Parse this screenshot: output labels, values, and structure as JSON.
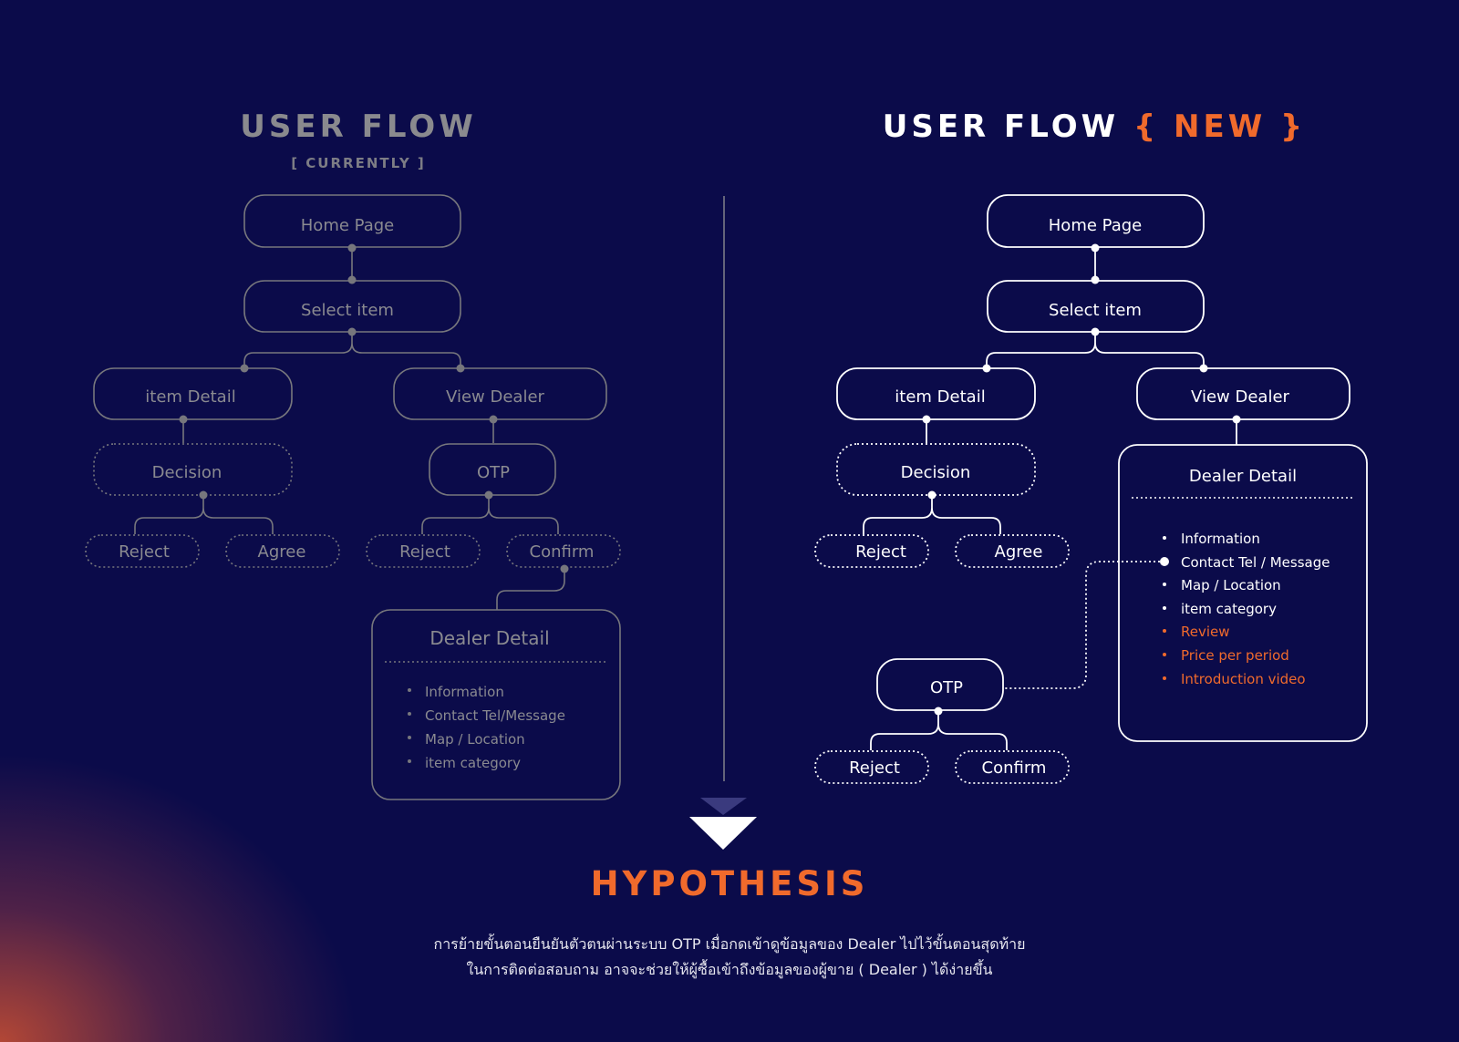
{
  "left_flow": {
    "title": "USER FLOW",
    "subtitle": "[ CURRENTLY ]",
    "nodes": {
      "home": "Home Page",
      "select": "Select item",
      "item_detail": "item Detail",
      "view_dealer": "View Dealer",
      "decision": "Decision",
      "otp": "OTP",
      "reject_a": "Reject",
      "agree": "Agree",
      "reject_b": "Reject",
      "confirm": "Confirm",
      "dealer_detail": "Dealer Detail"
    },
    "dealer_items": [
      "Information",
      "Contact Tel/Message",
      "Map / Location",
      "item category"
    ]
  },
  "right_flow": {
    "title_main": "USER FLOW ",
    "title_accent": "{ NEW }",
    "nodes": {
      "home": "Home Page",
      "select": "Select item",
      "item_detail": "item Detail",
      "view_dealer": "View Dealer",
      "decision": "Decision",
      "reject_a": "Reject",
      "agree": "Agree",
      "dealer_detail": "Dealer Detail",
      "otp": "OTP",
      "reject_b": "Reject",
      "confirm": "Confirm"
    },
    "dealer_items": [
      {
        "label": "Information",
        "highlight": false
      },
      {
        "label": "Contact Tel / Message",
        "highlight": false
      },
      {
        "label": "Map / Location",
        "highlight": false
      },
      {
        "label": "item category",
        "highlight": false
      },
      {
        "label": "Review",
        "highlight": true
      },
      {
        "label": "Price per period",
        "highlight": true
      },
      {
        "label": "Introduction video",
        "highlight": true
      }
    ]
  },
  "hypothesis": {
    "title": "HYPOTHESIS",
    "line1": "การย้ายขั้นตอนยืนยันตัวตนผ่านระบบ OTP เมื่อกดเข้าดูข้อมูลของ Dealer  ไปไว้ขั้นตอนสุดท้าย",
    "line2": "ในการติดต่อสอบถาม อาจจะช่วยให้ผู้ซื้อเข้าถึงข้อมูลของผู้ขาย ( Dealer ) ได้ง่ายขึ้น"
  },
  "colors": {
    "background": "#0b0b4a",
    "accent": "#f06a2c",
    "muted": "#7a7a80",
    "bright": "#ffffff"
  }
}
